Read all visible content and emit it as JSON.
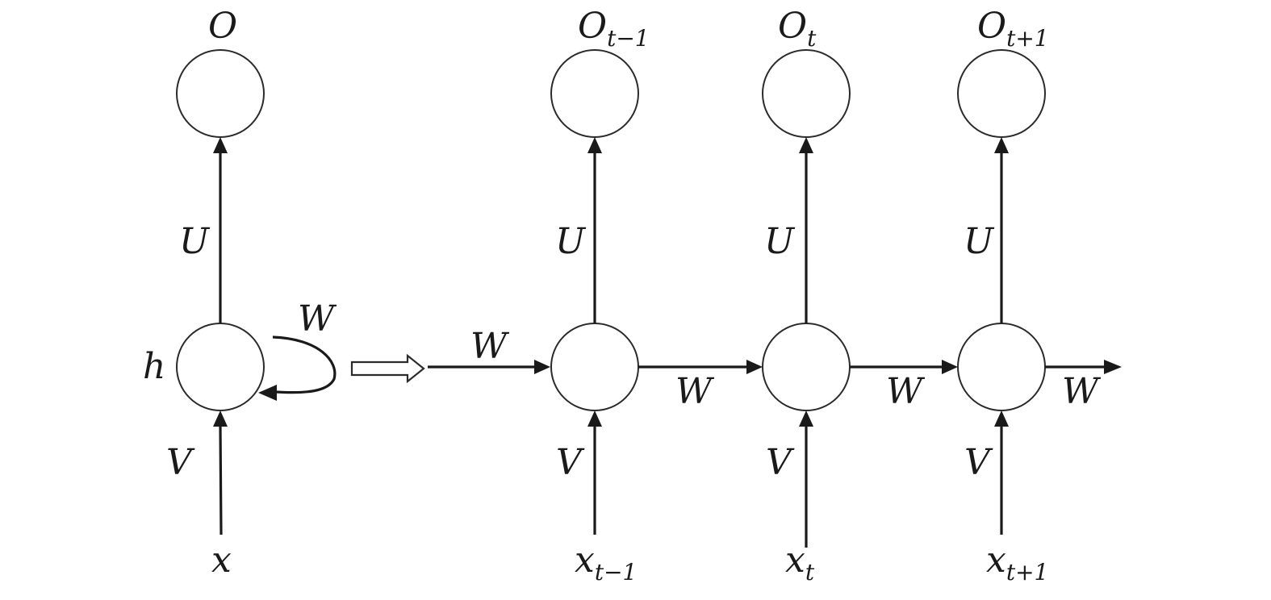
{
  "folded": {
    "output": "O",
    "hidden": "h",
    "input": "x",
    "weight_out": "U",
    "weight_in": "V",
    "weight_recurrent": "W"
  },
  "unfold_arrow": "hollow-right-arrow-icon",
  "incoming_weight": "W",
  "steps": [
    {
      "output": "O",
      "output_sub": "t−1",
      "input": "x",
      "input_sub": "t−1",
      "weight_out": "U",
      "weight_in": "V",
      "weight_next": "W"
    },
    {
      "output": "O",
      "output_sub": "t",
      "input": "x",
      "input_sub": "t",
      "weight_out": "U",
      "weight_in": "V",
      "weight_next": "W"
    },
    {
      "output": "O",
      "output_sub": "t+1",
      "input": "x",
      "input_sub": "t+1",
      "weight_out": "U",
      "weight_in": "V",
      "weight_next": "W"
    }
  ],
  "colors": {
    "stroke": "#1a1a1a",
    "background": "#ffffff"
  }
}
